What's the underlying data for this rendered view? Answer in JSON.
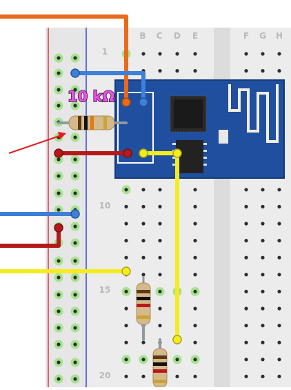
{
  "board": {
    "column_labels": [
      "B",
      "C",
      "D",
      "E",
      "F",
      "G",
      "H"
    ],
    "row_labels": [
      "1",
      "10",
      "15",
      "20"
    ]
  },
  "resistor_label": "10 kΩ",
  "colors": {
    "board_bg": "#ececec",
    "rail_bg": "#e4e4e4",
    "hole": "#2d2d2d",
    "green_hole": "#a6e28f",
    "rail_red": "#d73a3a",
    "rail_blue": "#3a48c8",
    "module_blue": "#1f4f9e",
    "module_dark": "#113d7c",
    "antenna_gold": "#f2efe2",
    "pin_gold": "#d8c37a",
    "wire_orange": "#e86a1a",
    "wire_blue": "#3e7fd8",
    "wire_red": "#b5191a",
    "wire_yellow": "#f5ec1e",
    "wire_gray": "#8f9aa0",
    "label_magenta": "#f44cf4",
    "arrow_red": "#e81c1c"
  }
}
